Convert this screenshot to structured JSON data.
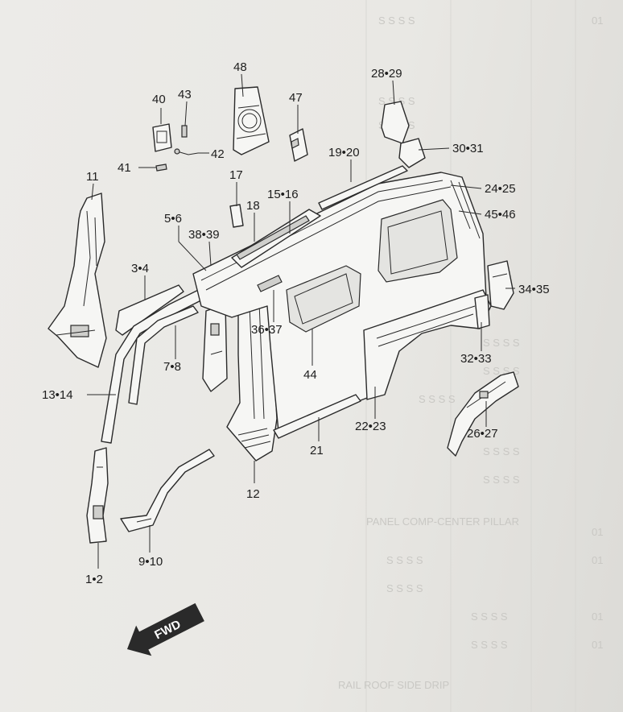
{
  "callouts": {
    "c48": "48",
    "c43": "43",
    "c40": "40",
    "c47": "47",
    "c2829": "28•29",
    "c42": "42",
    "c41": "41",
    "c3031": "30•31",
    "c1920": "19•20",
    "c11": "11",
    "c17": "17",
    "c2425": "24•25",
    "c1516": "15•16",
    "c18": "18",
    "c4546": "45•46",
    "c56": "5•6",
    "c3839": "38•39",
    "c34": "3•4",
    "c3435": "34•35",
    "c3637": "36•37",
    "c78": "7•8",
    "c3233": "32•33",
    "c44": "44",
    "c1314": "13•14",
    "c2223": "22•23",
    "c21": "21",
    "c2627": "26•27",
    "c12": "12",
    "c910": "9•10",
    "c12b": "1•2"
  },
  "direction_arrow": {
    "label": "FWD"
  },
  "background_table": {
    "header_1": "PANEL COMP-CENTER PILLAR",
    "header_2": "RAIL ROOF SIDE DRIP",
    "cell": "S S S S",
    "row_no": "01"
  },
  "colors": {
    "paper": "#e8e7e3",
    "ink": "#1d1d1d",
    "ghost_print": "#c9c8c4"
  }
}
